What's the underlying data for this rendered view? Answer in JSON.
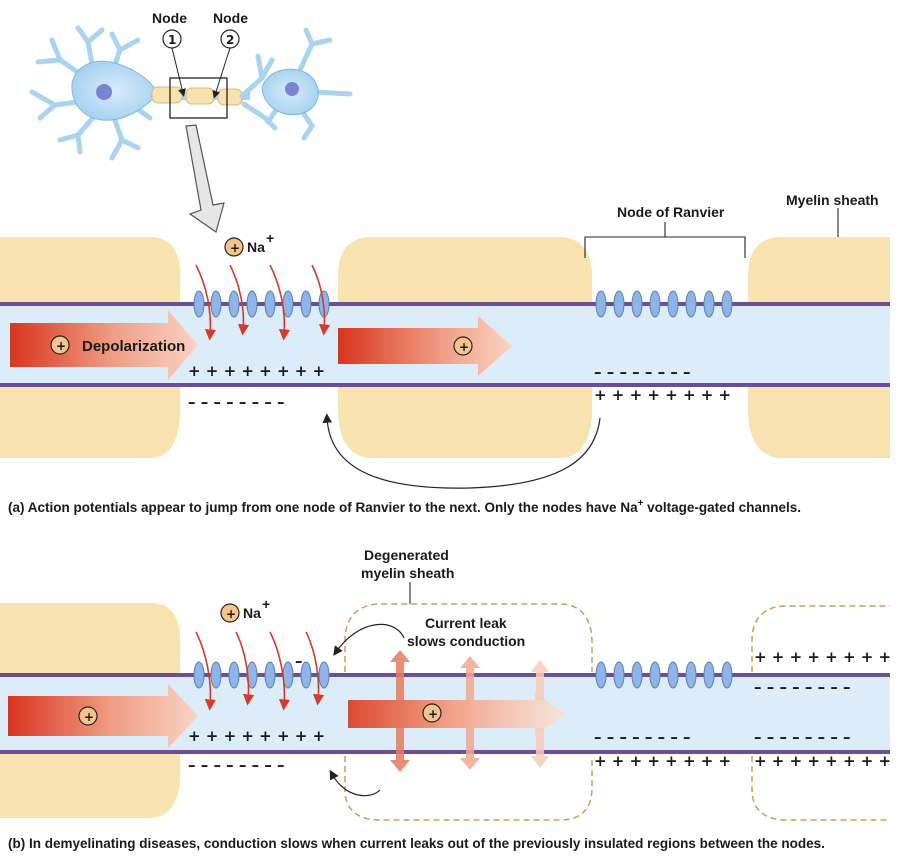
{
  "top_figure": {
    "node1_label": "Node",
    "node1_number": "1",
    "node2_label": "Node",
    "node2_number": "2"
  },
  "panel_a": {
    "na_label": "Na",
    "na_charge": "+",
    "ion_symbol": "+",
    "depolarization_label": "Depolarization",
    "node_of_ranvier_label": "Node of Ranvier",
    "myelin_sheath_label": "Myelin sheath",
    "plus_row": "+ + + + + + + +",
    "minus_row": "– – – – – – – –",
    "caption_prefix": "(a)",
    "caption_text_1": "Action potentials appear to jump from one node of Ranvier to the next. Only the nodes have Na",
    "caption_sup": "+",
    "caption_text_2": " voltage-gated channels."
  },
  "panel_b": {
    "na_label": "Na",
    "na_charge": "+",
    "ion_symbol": "+",
    "degenerated_label_1": "Degenerated",
    "degenerated_label_2": "myelin sheath",
    "current_leak_label_1": "Current leak",
    "current_leak_label_2": "slows conduction",
    "plus_row": "+ + + + + + + +",
    "minus_row": "– – – – – – – –",
    "caption_prefix": "(b)",
    "caption_text": "In demyelinating diseases, conduction slows when current leaks out of the previously insulated regions between the nodes."
  },
  "colors": {
    "myelin": "#f8e2b0",
    "axon": "#dcecf8",
    "membrane": "#6a4f96",
    "channel": "#8fb4e6",
    "arrow_red": "#d63a2a",
    "neuron": "#a9d3ee"
  }
}
